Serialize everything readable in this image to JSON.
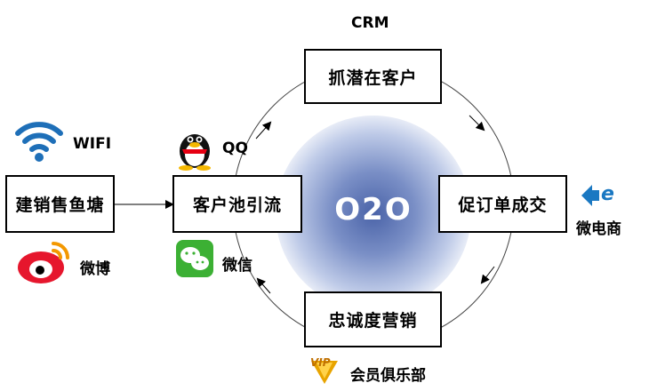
{
  "center_label": "O2O",
  "crm_label": "CRM",
  "nodes": {
    "top": "抓潜在客户",
    "right": "促订单成交",
    "bottom": "忠诚度营销",
    "left": "客户池引流",
    "far_left": "建销售鱼塘"
  },
  "channels": {
    "wifi": "WIFI",
    "weibo": "微博",
    "qq": "QQ",
    "wechat": "微信",
    "ecommerce": "微电商",
    "vip": "会员俱乐部"
  },
  "colors": {
    "glow_center": "#4a63a8",
    "wifi_blue": "#1e6fb8",
    "weibo_red": "#e6162d",
    "wechat_green": "#3cb034",
    "vip_gold": "#e8a400",
    "ecommerce_blue": "#1a78c2"
  },
  "icons": [
    "wifi-icon",
    "weibo-icon",
    "qq-icon",
    "wechat-icon",
    "ecommerce-icon",
    "vip-icon"
  ]
}
